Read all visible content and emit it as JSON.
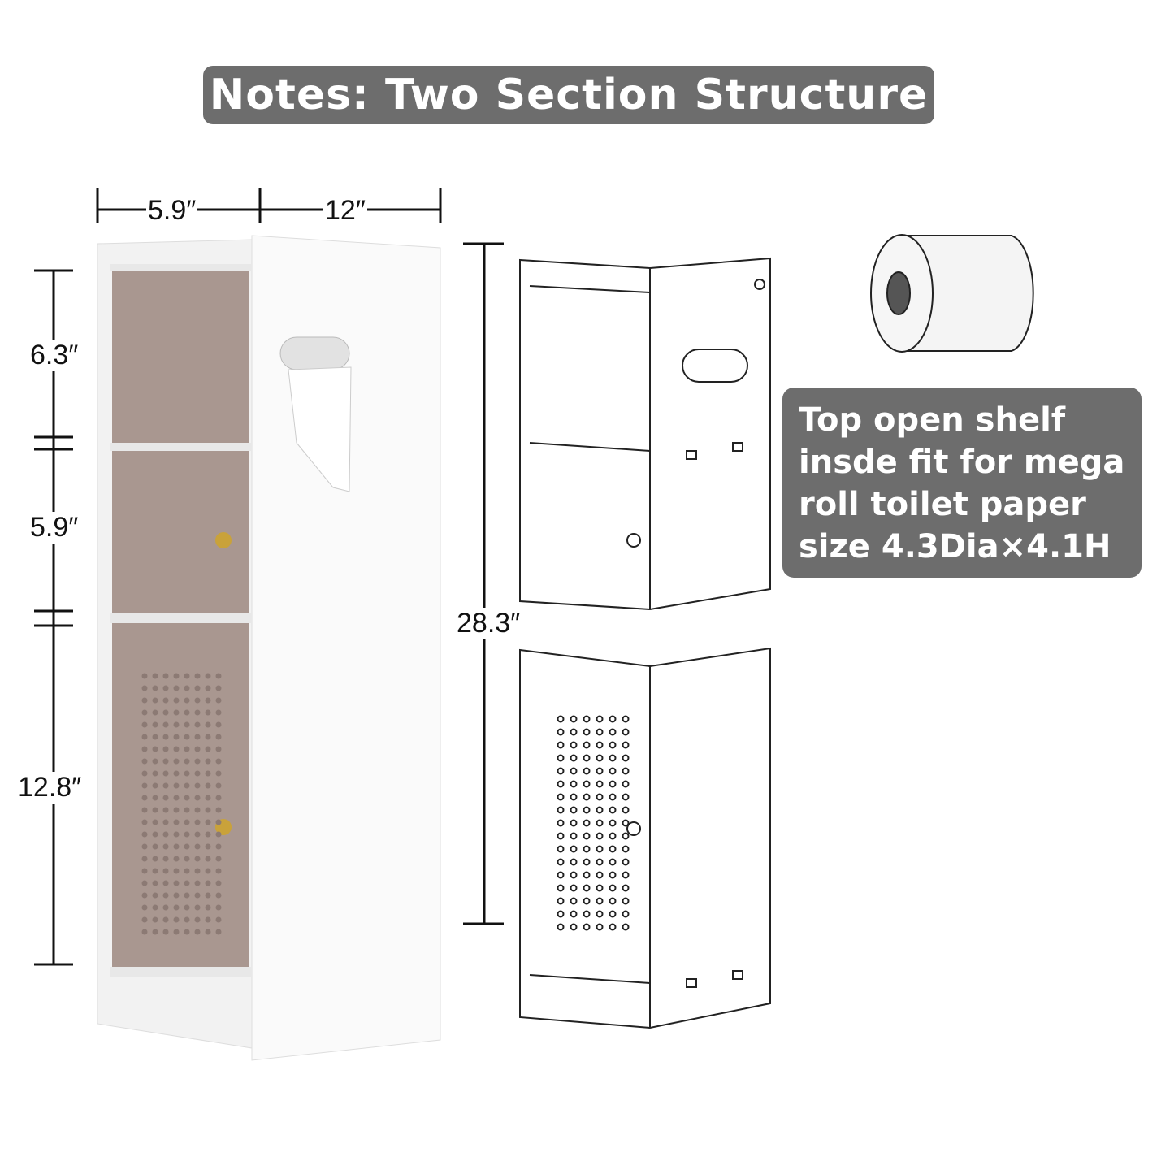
{
  "title": "Notes: Two Section Structure",
  "dimensions": {
    "depth": "5.9″",
    "width": "12″",
    "top_shelf": "6.3″",
    "middle_cabinet": "5.9″",
    "bottom_cabinet": "12.8″",
    "total_height": "28.3″"
  },
  "note": {
    "lines": [
      "Top open shelf",
      "insde fit for mega",
      "roll toilet paper",
      "size 4.3Dia×4.1H"
    ]
  },
  "colors": {
    "pill": "#6d6d6d",
    "door": "#a8958f",
    "knob": "#c9a23a"
  }
}
